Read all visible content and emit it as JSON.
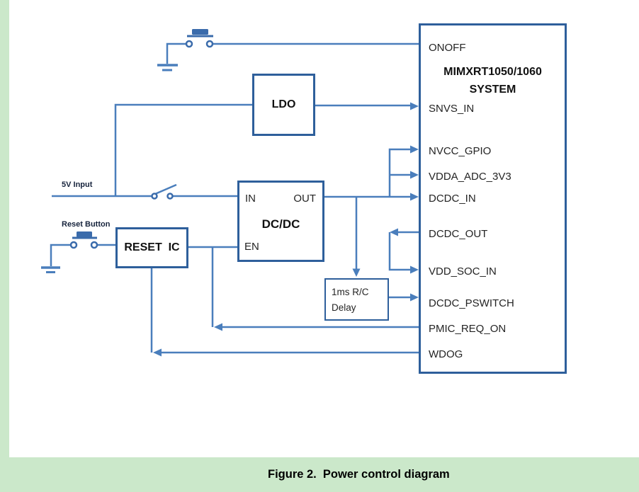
{
  "figure": {
    "caption": "Figure 2.  Power control diagram"
  },
  "system": {
    "title_line1": "MIMXRT1050/1060",
    "title_line2": "SYSTEM",
    "pins": [
      "ONOFF",
      "SNVS_IN",
      "NVCC_GPIO",
      "VDDA_ADC_3V3",
      "DCDC_IN",
      "DCDC_OUT",
      "VDD_SOC_IN",
      "DCDC_PSWITCH",
      "PMIC_REQ_ON",
      "WDOG"
    ]
  },
  "blocks": {
    "ldo": "LDO",
    "dcdc_title": "DC/DC",
    "dcdc_pin_in": "IN",
    "dcdc_pin_out": "OUT",
    "dcdc_pin_en": "EN",
    "reset_ic": "RESET  IC",
    "delay_line1": "1ms R/C",
    "delay_line2": "Delay"
  },
  "labels": {
    "input_5v": "5V Input",
    "reset_button": "Reset Button"
  },
  "colors": {
    "wire_blue": "#4a7ebc",
    "box_border_blue": "#2e5f9b",
    "button_fill_blue": "#3a6bab",
    "page_green": "#cbe8ca",
    "text_dark": "#242424"
  }
}
